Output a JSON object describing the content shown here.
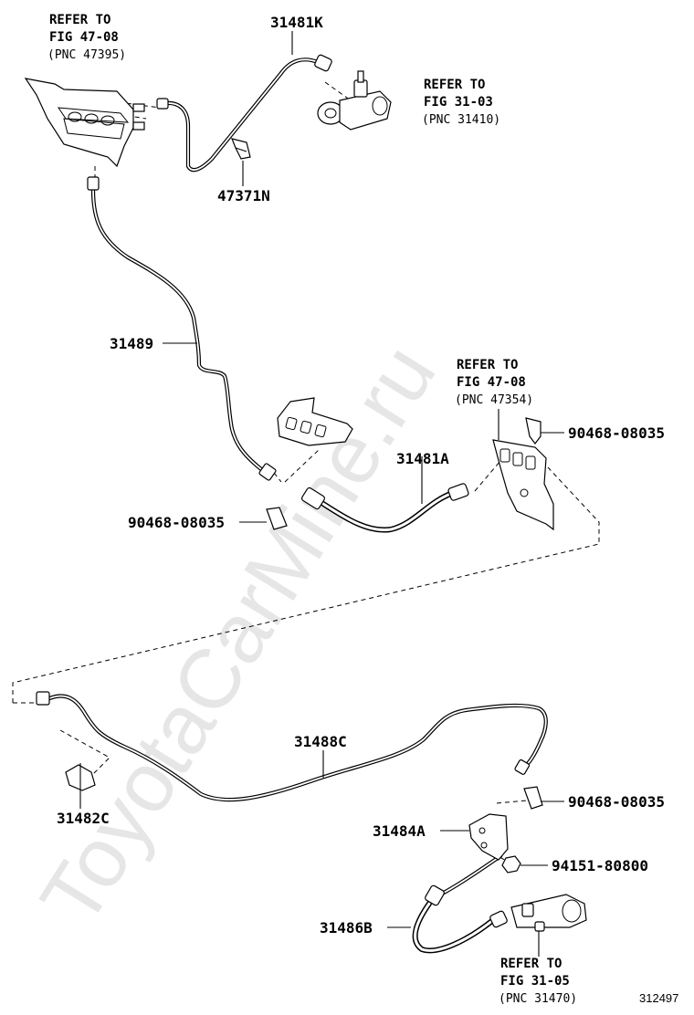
{
  "watermark": "ToyotaCarMine.ru",
  "diagram_code": "312497",
  "references": {
    "ref_47395": {
      "line1": "REFER TO",
      "line2": "FIG 47-08",
      "line3": "(PNC 47395)"
    },
    "ref_31410": {
      "line1": "REFER TO",
      "line2": "FIG 31-03",
      "line3": "(PNC 31410)"
    },
    "ref_47354": {
      "line1": "REFER TO",
      "line2": "FIG 47-08",
      "line3": "(PNC 47354)"
    },
    "ref_31470": {
      "line1": "REFER TO",
      "line2": "FIG 31-05",
      "line3": "(PNC 31470)"
    }
  },
  "parts": {
    "p31481K": "31481K",
    "p47371N": "47371N",
    "p31489": "31489",
    "p31481A": "31481A",
    "p90468_a": "90468-08035",
    "p90468_b": "90468-08035",
    "p90468_c": "90468-08035",
    "p31488C": "31488C",
    "p31482C": "31482C",
    "p31484A": "31484A",
    "p94151": "94151-80800",
    "p31486B": "31486B"
  }
}
